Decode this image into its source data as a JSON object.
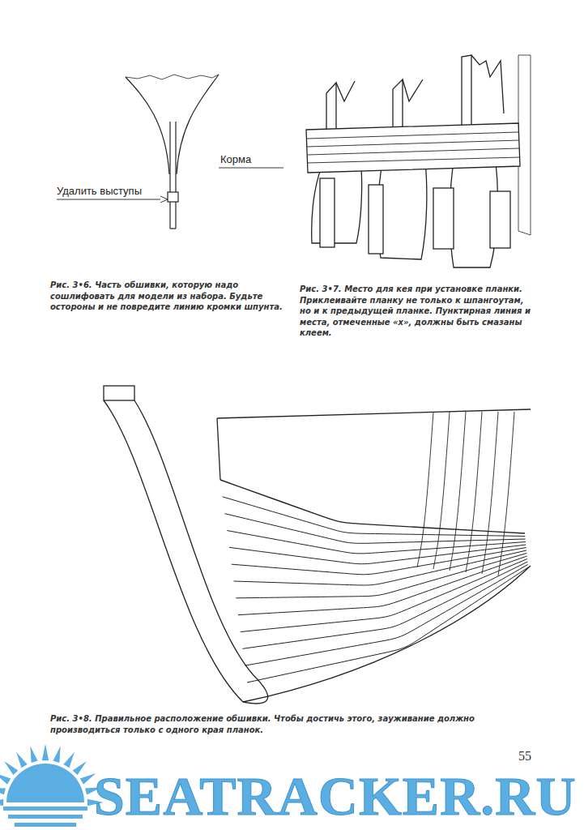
{
  "diagram": {
    "labels": [
      "Удалить выступы",
      "Корма",
      "Рис. 3•6. Часть обшивки, которую надо сошлифовать для модели из набора. Будьте остороны и не повредите линию кромки шпунта.",
      "Рис. 3•7. Место для кея при установке планки. Приклеивайте планку не только к шпангоутам, но и к предыдущей планке. Пунктирная линия и места, отмеченные «х», должны быть смазаны клеем.",
      "Рис. 3•8. Правильное расположение обшивки. Чтобы достичь этого, зауживание должно производиться только с одного края планок.",
      "SEATRACKER.RU",
      "55"
    ]
  }
}
